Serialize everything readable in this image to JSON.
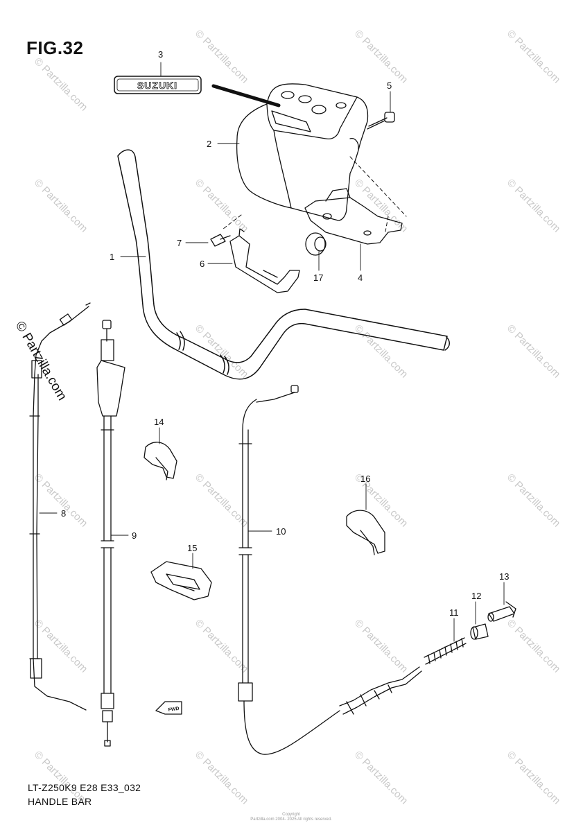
{
  "figure": {
    "title": "FIG.32"
  },
  "logo_text": "SUZUKI",
  "fwd_text": "FWD",
  "callouts": {
    "c1": "1",
    "c2": "2",
    "c3": "3",
    "c4": "4",
    "c5": "5",
    "c6": "6",
    "c7": "7",
    "c8": "8",
    "c9": "9",
    "c10": "10",
    "c11": "11",
    "c12": "12",
    "c13": "13",
    "c14": "14",
    "c15": "15",
    "c16": "16",
    "c17": "17"
  },
  "footer": {
    "model": "LT-Z250K9 E28 E33_032",
    "name": "HANDLE BAR"
  },
  "watermark": {
    "text": "© Partzilla.com",
    "big_text": "© Partzilla.com"
  },
  "copyright": {
    "line1": "Copyright",
    "line2": "Partzilla.com 2004- 2025 All rights reserved."
  }
}
